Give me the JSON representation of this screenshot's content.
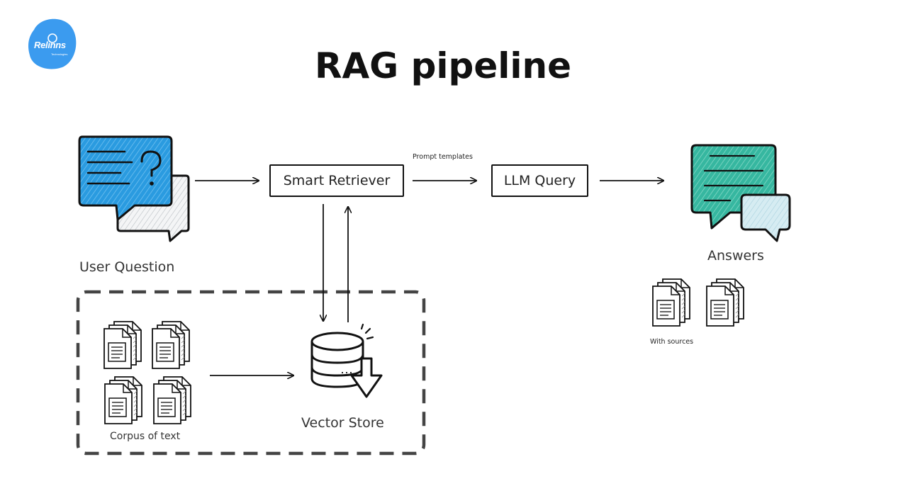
{
  "logo": {
    "text": "Relinns",
    "subtext": "Technologies",
    "color": "#3b9bef"
  },
  "title": "RAG pipeline",
  "nodes": {
    "user_question": "User Question",
    "smart_retriever": "Smart Retriever",
    "llm_query": "LLM Query",
    "answers": "Answers",
    "vector_store": "Vector Store",
    "corpus": "Corpus of text"
  },
  "edge_labels": {
    "prompt_templates": "Prompt templates",
    "with_sources": "With sources"
  },
  "colors": {
    "question_bubble": "#2a9be0",
    "answer_bubble": "#36b7a0",
    "answer_small_bubble": "#c8e6ee",
    "question_small_bubble": "#e4e7ea"
  },
  "icons": [
    "question-chat-icon",
    "answer-chat-icon",
    "database-download-icon",
    "document-stack-icon"
  ]
}
